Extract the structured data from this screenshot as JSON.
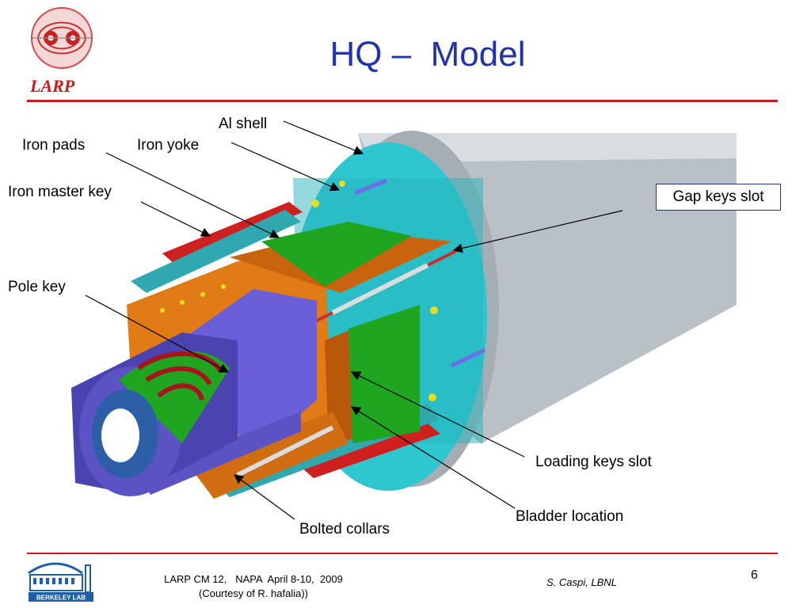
{
  "slide": {
    "title": "HQ –  Model",
    "logo_text": "LARP",
    "page_number": "6"
  },
  "labels": {
    "al_shell": "Al shell",
    "iron_pads": "Iron pads",
    "iron_yoke": "Iron yoke",
    "iron_master_key": "Iron master key",
    "pole_key": "Pole key",
    "gap_keys_slot": "Gap keys slot",
    "loading_keys_slot": "Loading keys slot",
    "bladder_location": "Bladder location",
    "bolted_collars": "Bolted collars"
  },
  "footer": {
    "conference_line1": "LARP CM 12,   NAPA  April 8-10,  2009",
    "conference_line2": "(Courtesy of R. hafalia))",
    "author": "S. Caspi, LBNL",
    "lab_logo_text": "BERKELEY LAB"
  },
  "colors": {
    "title": "#2233aa",
    "rule": "#cc1a1a",
    "shell": "#b9c1c7",
    "yoke": "#2fc7cf",
    "pads": "#e07a14",
    "collars": "#6a5fd8",
    "coil": "#a8141e",
    "green": "#1fa51f"
  }
}
